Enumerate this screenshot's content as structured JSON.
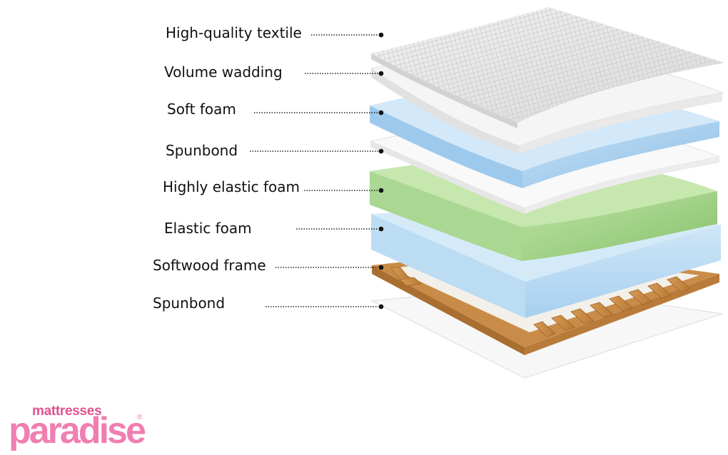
{
  "layers": [
    {
      "label": "High-quality textile"
    },
    {
      "label": "Volume wadding"
    },
    {
      "label": "Soft foam"
    },
    {
      "label": "Spunbond"
    },
    {
      "label": "Highly elastic foam"
    },
    {
      "label": "Elastic foam"
    },
    {
      "label": "Softwood frame"
    },
    {
      "label": "Spunbond"
    }
  ],
  "logo": {
    "top": "mattresses",
    "main": "paradise",
    "registered": "®"
  },
  "colors": {
    "textile": "#e4e4e4",
    "wadding": "#f4f4f4",
    "soft_foam": "#a9cfee",
    "spunbond": "#f9f9f9",
    "highly_elastic_foam": "#9fcf88",
    "elastic_foam": "#b5d9f2",
    "softwood_frame": "#c68a45",
    "logo_pink": "#ef7fb1"
  }
}
